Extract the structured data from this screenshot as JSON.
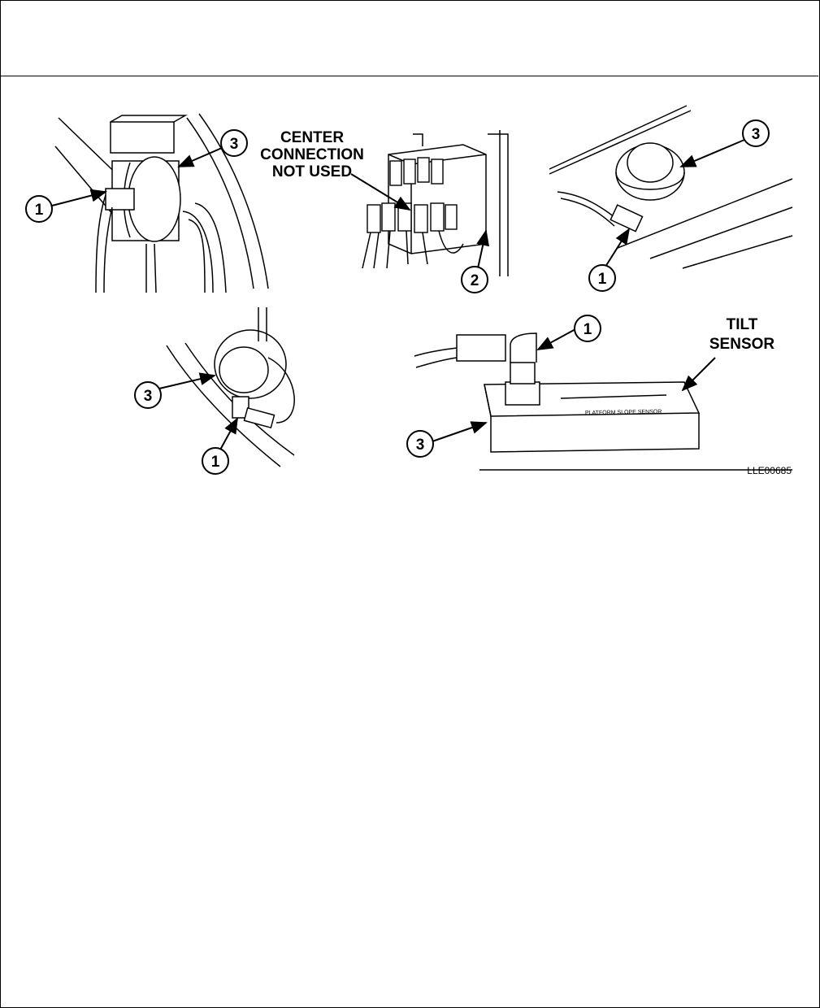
{
  "page": {
    "figure_id": "LLE00685"
  },
  "labels": {
    "center_line1": "CENTER",
    "center_line2": "CONNECTION",
    "center_line3": "NOT USED",
    "tilt_line1": "TILT",
    "tilt_line2": "SENSOR",
    "sensor_plate_text": "PLATFORM SLOPE SENSOR"
  },
  "callouts": {
    "a": "1",
    "b": "3",
    "c": "2",
    "d": "3",
    "e": "1",
    "f": "3",
    "g": "1",
    "h": "1",
    "i": "3"
  }
}
